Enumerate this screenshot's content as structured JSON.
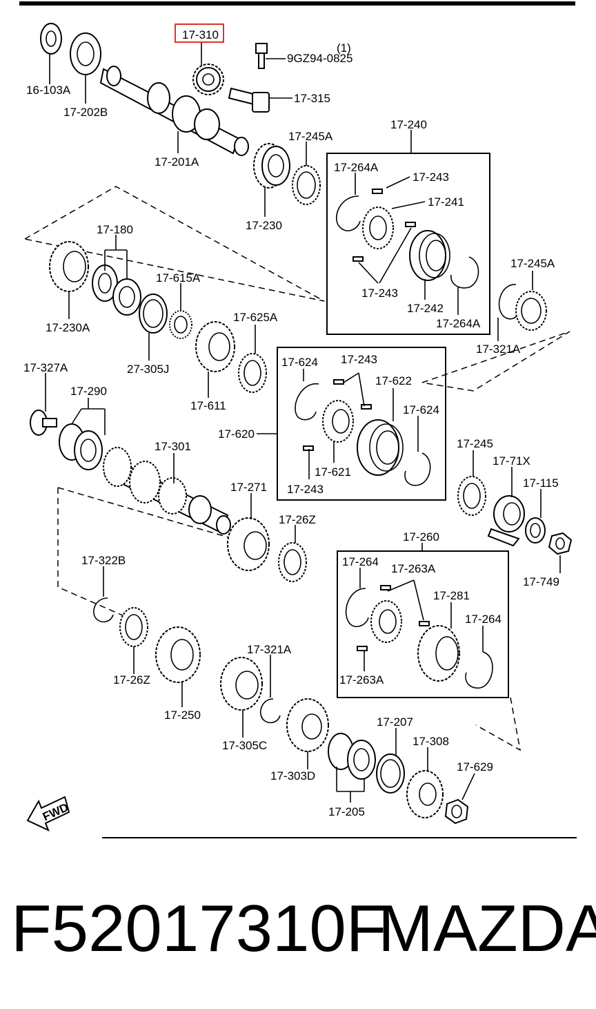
{
  "diagram": {
    "highlighted": "17-310",
    "qty_note": "(1)",
    "fwd": "FWD",
    "labels": [
      "16-103A",
      "17-202B",
      "17-310",
      "9GZ94-0825",
      "17-315",
      "17-201A",
      "17-245A",
      "17-240",
      "17-230",
      "17-264A",
      "17-243",
      "17-241",
      "17-243",
      "17-242",
      "17-264A",
      "17-180",
      "17-230A",
      "17-615A",
      "27-305J",
      "17-245A",
      "17-321A",
      "17-611",
      "17-625A",
      "17-624",
      "17-243",
      "17-622",
      "17-327A",
      "17-290",
      "17-624",
      "17-620",
      "17-301",
      "17-621",
      "17-243",
      "17-245",
      "17-71X",
      "17-115",
      "17-271",
      "17-26Z",
      "17-260",
      "17-749",
      "17-322B",
      "17-264",
      "17-263A",
      "17-281",
      "17-264",
      "17-26Z",
      "17-321A",
      "17-250",
      "17-263A",
      "17-305C",
      "17-207",
      "17-303D",
      "17-308",
      "17-629",
      "17-205"
    ]
  },
  "caption": {
    "part_number": "F52017310F",
    "brand": "MAZDA"
  }
}
